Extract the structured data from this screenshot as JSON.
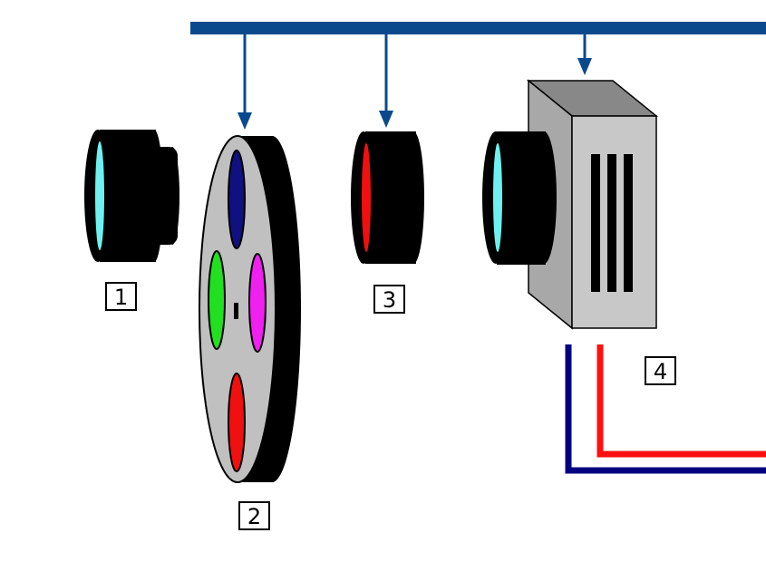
{
  "labels": {
    "lens": "1",
    "filter_wheel": "2",
    "filter": "3",
    "camera": "4"
  },
  "colors": {
    "bus": "#0a4a8c",
    "body": "#000000",
    "glass": "#6ff0f0",
    "wheel_face": "#c0c0c0",
    "filter_blue": "#101080",
    "filter_green": "#20e020",
    "filter_magenta": "#f020f0",
    "filter_red": "#f01010",
    "camera_front": "#c8c8c8",
    "camera_top": "#888888",
    "camera_side": "#a8a8a8",
    "cable_red": "#ff1010",
    "cable_navy": "#000080"
  }
}
